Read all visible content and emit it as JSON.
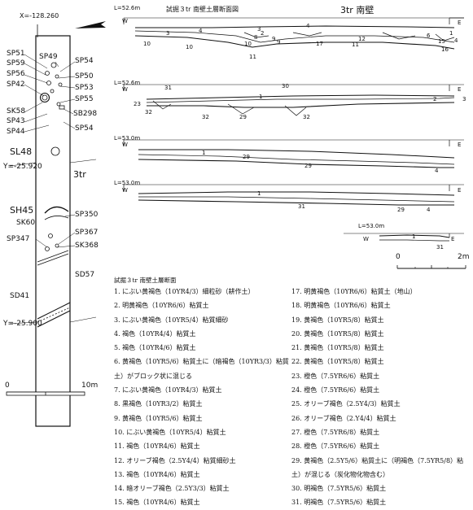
{
  "plan": {
    "x_coord": "X=-128.260",
    "y_top": "Y=-25.920",
    "y_bottom": "Y=-25.900",
    "trench_label": "3tr",
    "features": [
      "SP51",
      "SP59",
      "SP56",
      "SP42",
      "SK58",
      "SP43",
      "SP44",
      "SP49",
      "SP54",
      "SP50",
      "SP53",
      "SP55",
      "SB298",
      "SP54",
      "SL48",
      "SH45",
      "SK60",
      "SP350",
      "SP367",
      "SP347",
      "SK368",
      "SD57",
      "SD41"
    ],
    "scale": {
      "zero": "0",
      "end": "10m"
    }
  },
  "sections": {
    "title": "試掘３tr 南壁土層断面図",
    "subtitle": "3tr 南壁",
    "profiles": [
      {
        "level": "L=52.6m",
        "w": "W",
        "e": "E",
        "layer_numbers": [
          "3",
          "10",
          "10",
          "4",
          "3",
          "2",
          "8",
          "9",
          "10",
          "9",
          "11",
          "17",
          "4",
          "12",
          "6",
          "15",
          "16",
          "11",
          "1",
          "4"
        ]
      },
      {
        "level": "L=52.6m",
        "w": "W",
        "e": "E",
        "layer_numbers": [
          "31",
          "30",
          "1",
          "2",
          "3",
          "23",
          "32",
          "32",
          "29",
          "32"
        ]
      },
      {
        "level": "L=53.0m",
        "w": "W",
        "e": "E",
        "layer_numbers": [
          "1",
          "29",
          "29",
          "4"
        ]
      },
      {
        "level": "L=53.0m",
        "w": "W",
        "e": "E",
        "layer_numbers": [
          "1",
          "31",
          "29",
          "4"
        ]
      },
      {
        "level": "L=53.0m",
        "w": "W",
        "e": "E",
        "layer_numbers": [
          "1",
          "31"
        ]
      }
    ],
    "scale": {
      "zero": "0",
      "end": "2m"
    }
  },
  "legend": {
    "title": "試掘３tr 南壁土層断面",
    "left": [
      "1. にぶい黄褐色（10YR4/3）細粒砂（耕作土）",
      "2. 明黄褐色（10YR6/6）粘質土",
      "3. にぶい黄褐色（10YR5/4）粘質細砂",
      "4. 褐色（10YR4/4）粘質土",
      "5. 褐色（10YR4/6）粘質土",
      "6. 黄褐色（10YR5/6）粘質土に（暗褐色（10YR3/3）粘質土）がブロック状に混じる",
      "7. にぶい黄褐色（10YR4/3）粘質土",
      "8. 黒褐色（10YR3/2）粘質土",
      "9. 黄褐色（10YR5/6）粘質土",
      "10. にぶい黄褐色（10YR5/4）粘質土",
      "11. 褐色（10YR4/6）粘質土",
      "12. オリーブ褐色（2.5Y4/4）粘質細砂土",
      "13. 褐色（10YR4/6）粘質土",
      "14. 暗オリーブ褐色（2.5Y3/3）粘質土",
      "15. 褐色（10YR4/6）粘質土"
    ],
    "right": [
      "17. 明黄褐色（10YR6/6）粘質土（地山）",
      "18. 明黄褐色（10YR6/6）粘質土",
      "19. 黄褐色（10YR5/8）粘質土",
      "20. 黄褐色（10YR5/8）粘質土",
      "21. 黄褐色（10YR5/8）粘質土",
      "22. 黄褐色（10YR5/8）粘質土",
      "23. 橙色（7.5YR6/6）粘質土",
      "24. 橙色（7.5YR6/6）粘質土",
      "25. オリーブ褐色（2.5Y4/3）粘質土",
      "26. オリーブ褐色（2.Y4/4）粘質土",
      "27. 橙色（7.5YR6/8）粘質土",
      "28. 橙色（7.5YR6/6）粘質土",
      "29. 黄褐色（2.5Y5/6）粘質土に（明褐色（7.5YR5/8）粘土）が混じる（炭化物化物含む）",
      "30. 明褐色（7.5YR5/6）粘質土",
      "31. 明褐色（7.5YR5/6）粘質土"
    ]
  }
}
